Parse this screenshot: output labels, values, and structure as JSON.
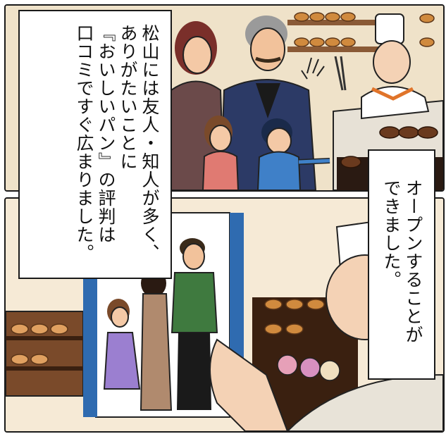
{
  "manga_page": {
    "caption_left": {
      "lines": [
        "松山には友人・知人が多く、",
        "ありがたいことに",
        "『おいしいパン』の評判は",
        "口コミですぐ広まりました。"
      ]
    },
    "caption_right": {
      "lines": [
        "オープンすることが",
        "できました。"
      ]
    }
  }
}
